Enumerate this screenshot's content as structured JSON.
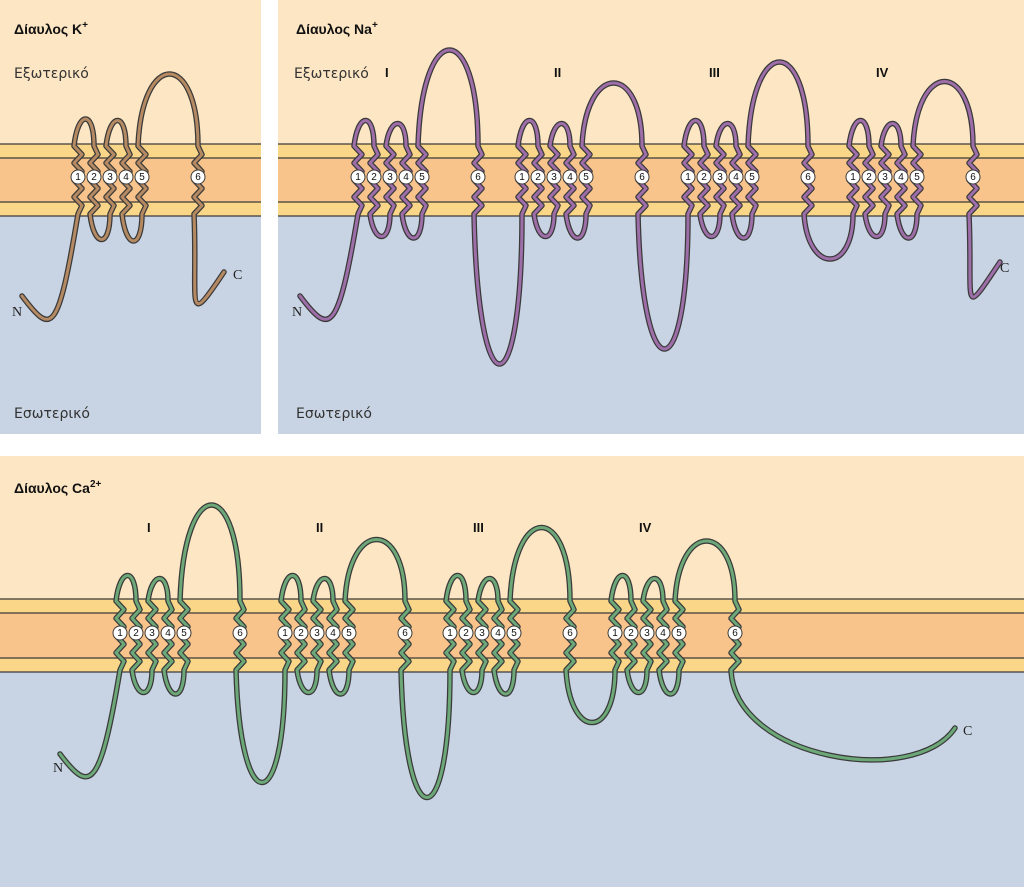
{
  "panels": [
    {
      "id": "k",
      "title": "Δίαυλος K",
      "title_sup": "+",
      "outside_label": "Εξωτερικό",
      "inside_label": "Εσωτερικό",
      "domains": [],
      "n_label": "N",
      "c_label": "C",
      "color": "#b58a62",
      "segments": [
        "1",
        "2",
        "3",
        "4",
        "5",
        "6"
      ]
    },
    {
      "id": "na",
      "title": "Δίαυλος Na",
      "title_sup": "+",
      "outside_label": "Εξωτερικό",
      "inside_label": "Εσωτερικό",
      "domains": [
        "I",
        "II",
        "III",
        "IV"
      ],
      "n_label": "N",
      "c_label": "C",
      "color": "#9e6ea8",
      "segments": [
        "1",
        "2",
        "3",
        "4",
        "5",
        "6"
      ]
    },
    {
      "id": "ca",
      "title": "Δίαυλος Ca",
      "title_sup": "2+",
      "outside_label": "",
      "inside_label": "",
      "domains": [
        "I",
        "II",
        "III",
        "IV"
      ],
      "n_label": "N",
      "c_label": "C",
      "color": "#6da878",
      "segments": [
        "1",
        "2",
        "3",
        "4",
        "5",
        "6"
      ]
    }
  ],
  "colors": {
    "outside": "#fde6c3",
    "membrane": "#f8c48c",
    "membrane_edge": "#fad689",
    "inside": "#c8d4e4",
    "outline": "#3a3a3a"
  }
}
